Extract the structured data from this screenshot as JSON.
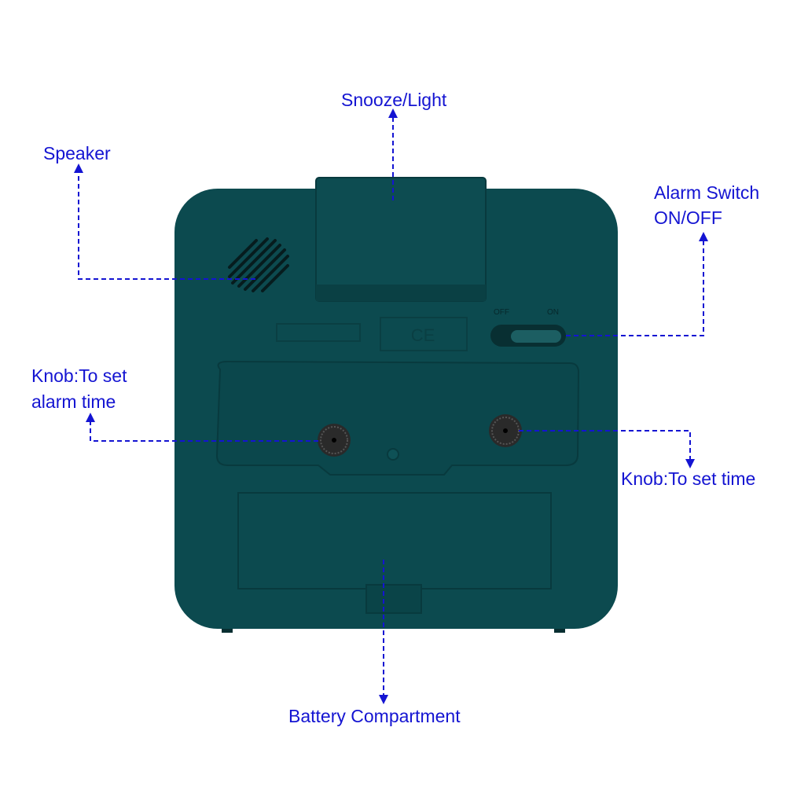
{
  "colors": {
    "label": "#1414d2",
    "body": "#0c4a4f",
    "body_dark": "#083a3e",
    "knob": "#2a2a2a"
  },
  "labels": {
    "snooze": "Snooze/Light",
    "speaker": "Speaker",
    "alarm_switch_line1": "Alarm Switch",
    "alarm_switch_line2": "ON/OFF",
    "knob_alarm_line1": "Knob:To set",
    "knob_alarm_line2": "alarm time",
    "knob_time": "Knob:To set time",
    "battery": "Battery Compartment"
  },
  "switch_labels": {
    "off": "OFF",
    "on": "ON"
  }
}
